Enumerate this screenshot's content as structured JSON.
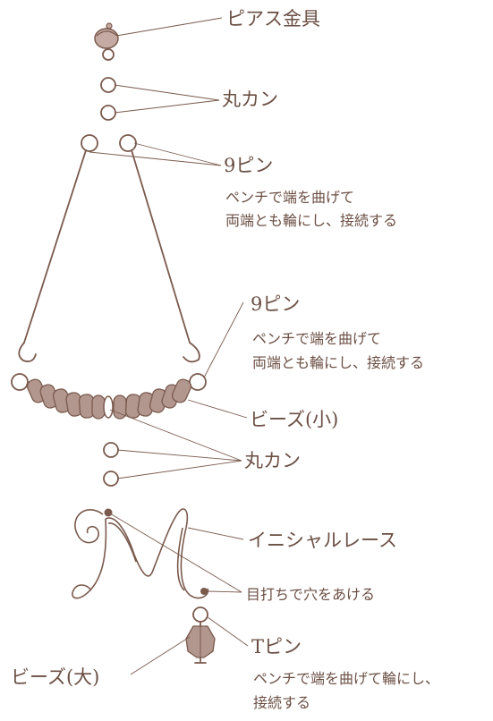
{
  "labels": {
    "earring_finding": "ピアス金具",
    "jump_ring_top": "丸カン",
    "nine_pin_top": "9ピン",
    "nine_pin_top_note_1": "ペンチで端を曲げて",
    "nine_pin_top_note_2": "両端とも輪にし、接続する",
    "nine_pin_bottom": "9ピン",
    "nine_pin_bottom_note_1": "ペンチで端を曲げて",
    "nine_pin_bottom_note_2": "両端とも輪にし、接続する",
    "small_beads": "ビーズ(小)",
    "jump_ring_bottom": "丸カン",
    "initial_lace": "イニシャルレース",
    "punch_holes": "目打ちで穴をあける",
    "t_pin": "Tピン",
    "t_pin_note_1": "ペンチで端を曲げて輪にし、",
    "t_pin_note_2": "接続する",
    "large_bead": "ビーズ(大)"
  },
  "colors": {
    "line": "#7a5a4d",
    "bead_fill": "#b2978f",
    "text": "#6b4f44"
  }
}
